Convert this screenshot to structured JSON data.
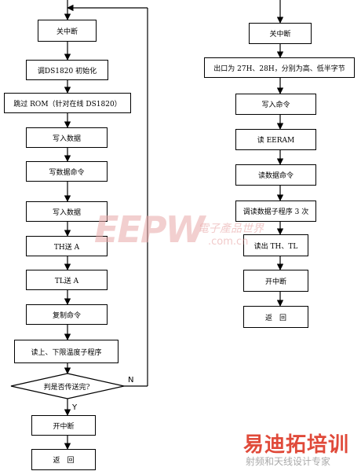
{
  "left_flow": {
    "steps": [
      "关中断",
      "调DS1820 初始化",
      "跳过 ROM（针对在线 DS1820）",
      "写入数据",
      "写数据命令",
      "写入数据",
      "TH送 A",
      "TL送 A",
      "复制命令",
      "读上、下限温度子程序"
    ],
    "decision": "判是否传送完?",
    "yes_label": "Y",
    "no_label": "N",
    "after_steps": [
      "开中断",
      "返　回"
    ]
  },
  "right_flow": {
    "steps": [
      "关中断",
      "出口为 27H、28H，分别为高、低半字节",
      "写入命令",
      "读 EERAM",
      "读数据命令",
      "调读数据子程序 3 次",
      "读出 TH、TL",
      "开中断",
      "返　回"
    ]
  },
  "watermark": {
    "eepw_logo": "EEPW",
    "eepw_cn": "電子產品世界",
    "eepw_url": ".com.cn",
    "bottom_cn": "易迪拓培训",
    "bottom_sub": "射频和天线设计专家",
    "colors": {
      "eepw": "#e9a8a8",
      "bottom_red": "#e04a3a",
      "bottom_grey": "#aaaaaa"
    }
  }
}
